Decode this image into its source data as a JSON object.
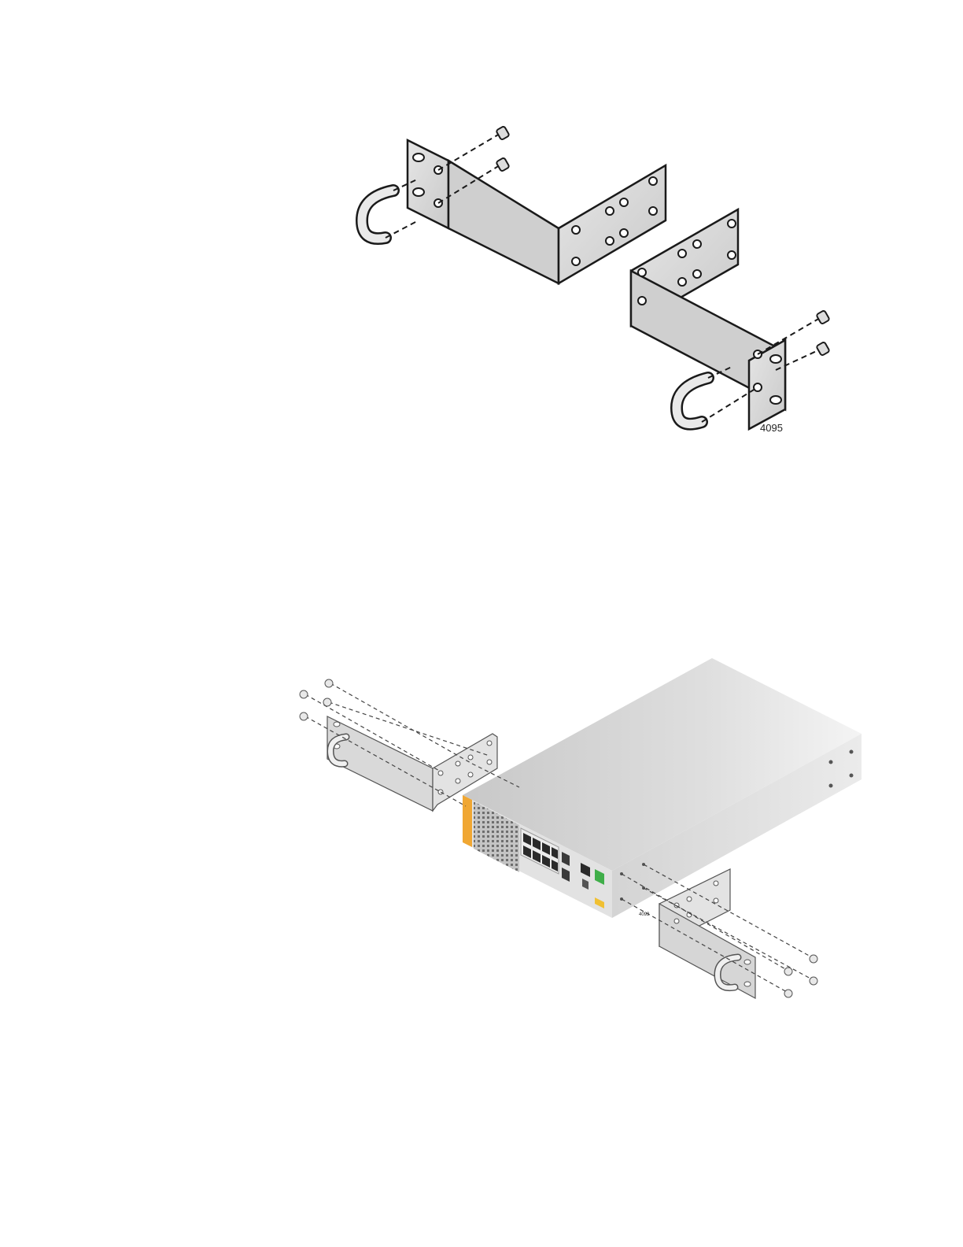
{
  "figures": [
    {
      "id_label": "4095",
      "parts": [
        "left-bracket",
        "right-bracket",
        "handle",
        "screws"
      ]
    },
    {
      "id_label": "4093",
      "parts": [
        "switch-chassis",
        "left-bracket",
        "right-bracket",
        "screws"
      ]
    }
  ],
  "colors": {
    "metal_fill": "#d9d9d9",
    "metal_side": "#bdbdbd",
    "outline": "#1a1a1a",
    "accent_orange": "#f0a733",
    "port_black": "#2a2a2a",
    "led_green": "#3fae49"
  }
}
